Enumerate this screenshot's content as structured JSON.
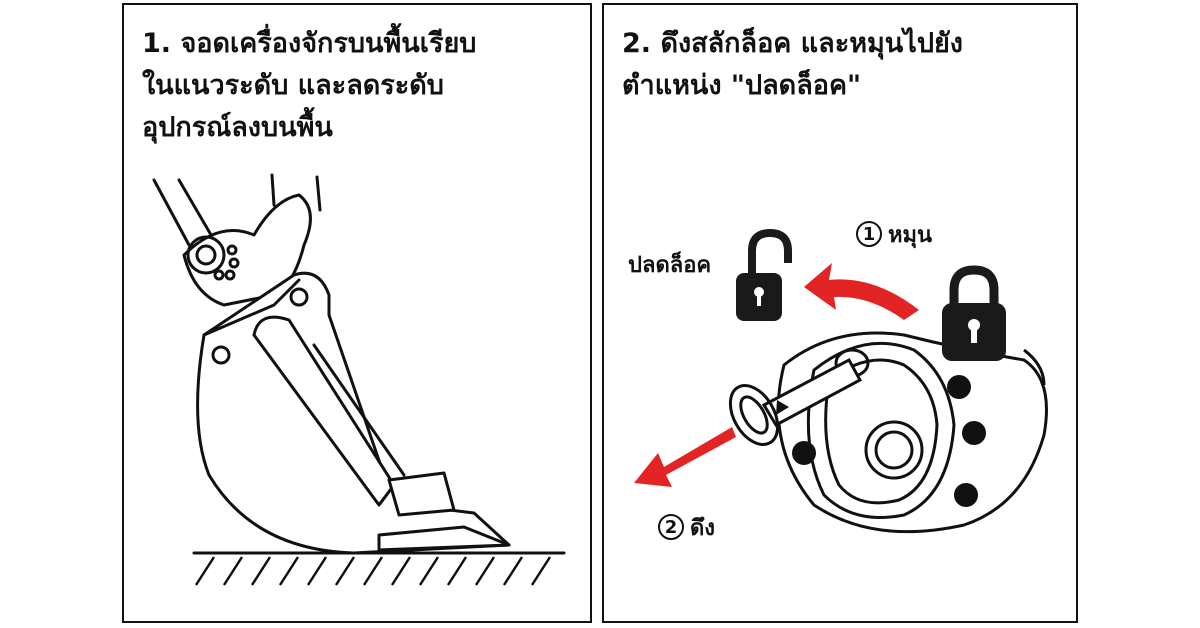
{
  "steps": [
    {
      "text": "1. จอดเครื่องจักรบนพื้นเรียบ\n    ในแนวระดับ และลดระดับ\n    อุปกรณ์ลงบนพื้น"
    },
    {
      "text": "2. ดึงสลักล็อค และหมุนไปยัง\n    ตำแหน่ง \"ปลดล็อค\"",
      "labels": {
        "unlock": "ปลดล็อค",
        "rotate_num": "1",
        "rotate": "หมุน",
        "pull_num": "2",
        "pull": "ดึง"
      }
    }
  ],
  "colors": {
    "arrow": "#e32424",
    "ink": "#111111",
    "lock": "#1a1a1a"
  },
  "icons": [
    "open-padlock-icon",
    "closed-padlock-icon",
    "rotate-arrow-icon",
    "pull-arrow-icon"
  ]
}
